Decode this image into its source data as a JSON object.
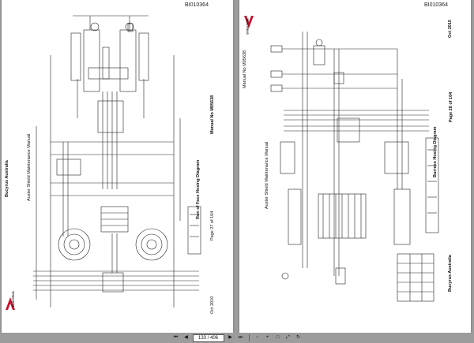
{
  "left_page": {
    "doc_id": "BI010364",
    "company": "Bucyrus Australia",
    "manual_title": "Auster Shield Maintenance Manual",
    "manual_no": "Manual No M05638",
    "diagram_title": "Run of Face Hosing Diagram",
    "page_label": "Page 27 of 104",
    "date": "Oct 2010",
    "logo_text": "BUCYRUS"
  },
  "right_page": {
    "doc_id": "BI010364",
    "company": "Bucyrus Australia",
    "manual_title": "Auster Shield Maintenance Manual",
    "manual_no": "Manual No M05638",
    "diagram_title": "Burress Hosing Diagram",
    "page_label": "Page 28 of 104",
    "date": "Oct 2010",
    "logo_text": "BUCYRUS"
  },
  "toolbar": {
    "first_icon": "first-page-icon",
    "prev_icon": "previous-page-icon",
    "page_display": "133 / 406",
    "next_icon": "next-page-icon",
    "last_icon": "last-page-icon",
    "zoom_out_icon": "zoom-out-icon",
    "zoom_in_icon": "zoom-in-icon",
    "fit_icon": "fit-page-icon",
    "fullscreen_icon": "fullscreen-icon",
    "rotate_icon": "rotate-icon"
  },
  "colors": {
    "viewer_bg": "#9c9c9c",
    "page_bg": "#ffffff",
    "logo_red": "#c8102e"
  }
}
